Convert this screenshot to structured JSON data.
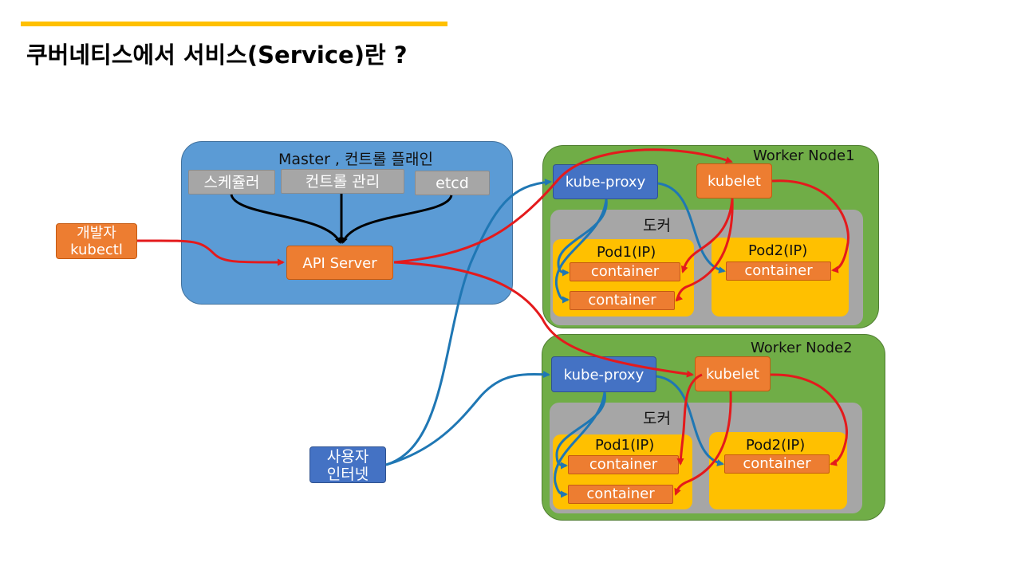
{
  "title": "쿠버네티스에서 서비스(Service)란 ?",
  "master": {
    "label": "Master , 컨트롤 플래인",
    "scheduler": "스케쥴러",
    "controller": "컨트롤 관리",
    "etcd": "etcd",
    "api_server": "API Server"
  },
  "developer": {
    "line1": "개발자",
    "line2": "kubectl"
  },
  "user": {
    "line1": "사용자",
    "line2": "인터넷"
  },
  "worker1": {
    "label": "Worker Node1",
    "kube_proxy": "kube-proxy",
    "kubelet": "kubelet",
    "docker": "도커",
    "pod1": "Pod1(IP)",
    "pod2": "Pod2(IP)",
    "container": "container"
  },
  "worker2": {
    "label": "Worker Node2",
    "kube_proxy": "kube-proxy",
    "kubelet": "kubelet",
    "docker": "도커",
    "pod1": "Pod1(IP)",
    "pod2": "Pod2(IP)",
    "container": "container"
  },
  "colors": {
    "accent": "#ffc000",
    "master": "#5b9bd5",
    "worker": "#70ad47",
    "docker": "#a6a6a6",
    "pod": "#ffc000",
    "component": "#ed7d31",
    "proxy": "#4472c4",
    "control_arrow": "#e41a1c",
    "traffic_arrow": "#1f77b4"
  }
}
